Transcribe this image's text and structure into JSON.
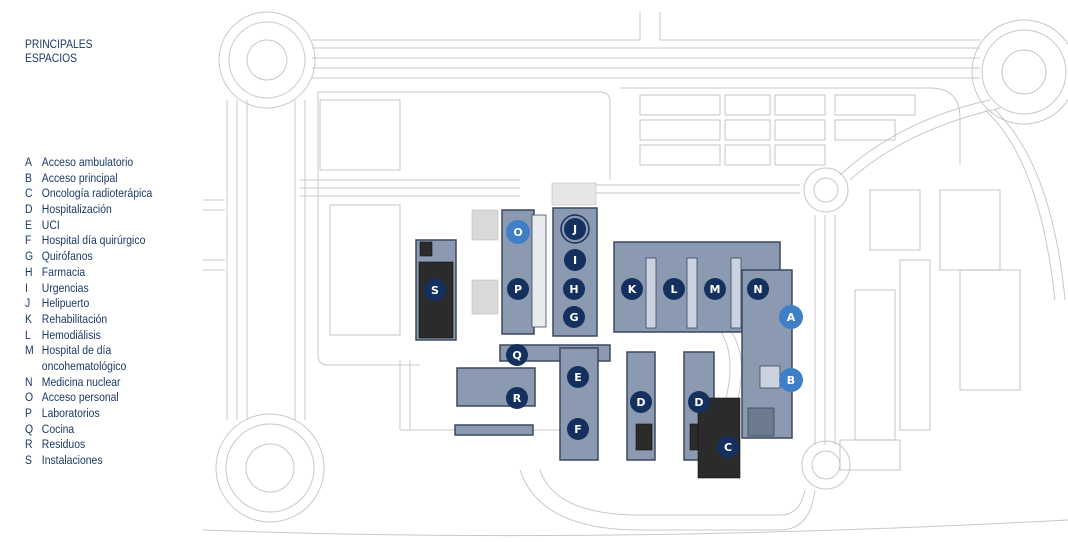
{
  "legend": {
    "title_line1": "PRINCIPALES",
    "title_line2": "ESPACIOS",
    "items": [
      {
        "letter": "A",
        "label": "Acceso ambulatorio"
      },
      {
        "letter": "B",
        "label": "Acceso principal"
      },
      {
        "letter": "C",
        "label": "Oncología radioterápica"
      },
      {
        "letter": "D",
        "label": "Hospitalización"
      },
      {
        "letter": "E",
        "label": "UCI"
      },
      {
        "letter": "F",
        "label": "Hospital día quirúrgico"
      },
      {
        "letter": "G",
        "label": "Quirófanos"
      },
      {
        "letter": "H",
        "label": "Farmacia"
      },
      {
        "letter": "I",
        "label": "Urgencias"
      },
      {
        "letter": "J",
        "label": "Helipuerto"
      },
      {
        "letter": "K",
        "label": "Rehabilitación"
      },
      {
        "letter": "L",
        "label": "Hemodiálisis"
      },
      {
        "letter": "M",
        "label": "Hospital de día",
        "continuation": "oncohematológico"
      },
      {
        "letter": "N",
        "label": "Medicina nuclear"
      },
      {
        "letter": "O",
        "label": "Acceso personal"
      },
      {
        "letter": "P",
        "label": "Laboratorios"
      },
      {
        "letter": "Q",
        "label": "Cocina"
      },
      {
        "letter": "R",
        "label": "Residuos"
      },
      {
        "letter": "S",
        "label": "Instalaciones"
      }
    ]
  },
  "map": {
    "markers": {
      "A": "A",
      "B": "B",
      "C": "C",
      "D1": "D",
      "D2": "D",
      "E": "E",
      "F": "F",
      "G": "G",
      "H": "H",
      "I": "I",
      "J": "J",
      "K": "K",
      "L": "L",
      "M": "M",
      "N": "N",
      "O": "O",
      "P": "P",
      "Q": "Q",
      "R": "R",
      "S": "S"
    }
  },
  "colors": {
    "legend_text": "#1a3a66",
    "marker_dark": "#14305e",
    "marker_light": "#3f7fc8",
    "building": "#8b9ab0",
    "building_stroke": "#3a4860",
    "road_line": "#c8c8c8",
    "dark_block": "#2b2b2b"
  }
}
